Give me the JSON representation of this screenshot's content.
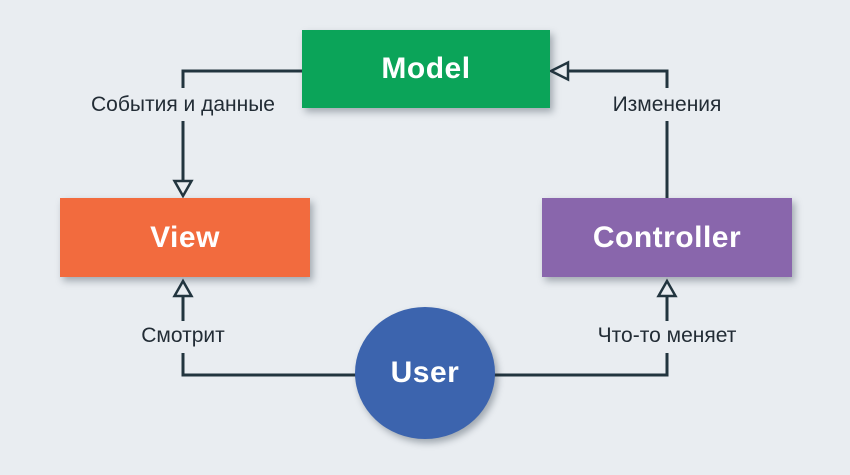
{
  "diagram": {
    "background_color": "#E9EDF1",
    "line_color": "#22353F",
    "edge_label_color": "#222C35",
    "nodes": {
      "model": {
        "label": "Model",
        "shape": "rect",
        "color": "#0BA459",
        "text_color": "#FFFFFF"
      },
      "view": {
        "label": "View",
        "shape": "rect",
        "color": "#F26B3E",
        "text_color": "#FFFFFF"
      },
      "controller": {
        "label": "Controller",
        "shape": "rect",
        "color": "#8966AC",
        "text_color": "#FFFFFF"
      },
      "user": {
        "label": "User",
        "shape": "circle",
        "color": "#3C64AE",
        "text_color": "#FFFFFF"
      }
    },
    "edges": {
      "model_to_view": {
        "from": "Model",
        "to": "View",
        "label": "События и данные",
        "arrowhead": "open-triangle"
      },
      "controller_to_model": {
        "from": "Controller",
        "to": "Model",
        "label": "Изменения",
        "arrowhead": "open-triangle"
      },
      "user_to_view": {
        "from": "User",
        "to": "View",
        "label": "Смотрит",
        "arrowhead": "open-triangle"
      },
      "user_to_controller": {
        "from": "User",
        "to": "Controller",
        "label": "Что-то меняет",
        "arrowhead": "open-triangle"
      }
    }
  }
}
